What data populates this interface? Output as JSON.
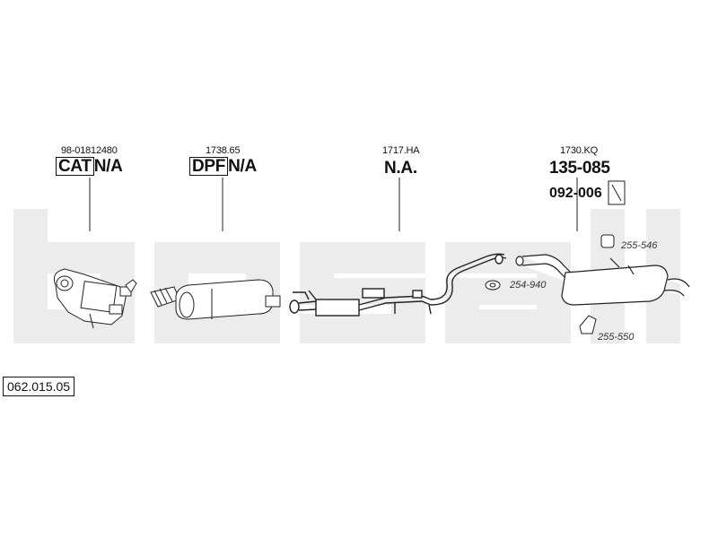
{
  "diagram_ref": "062.015.05",
  "watermark": "bosal",
  "parts": [
    {
      "oe": "98-01812480",
      "box_label": "CAT",
      "label": "N/A"
    },
    {
      "oe": "1738.65",
      "box_label": "DPF",
      "label": "N/A"
    },
    {
      "oe": "1717.HA",
      "label": "N.A."
    },
    {
      "oe": "1730.KQ",
      "label": "135-085",
      "sub_label": "092-006"
    }
  ],
  "fittings": [
    "255-546",
    "254-940",
    "255-550"
  ]
}
